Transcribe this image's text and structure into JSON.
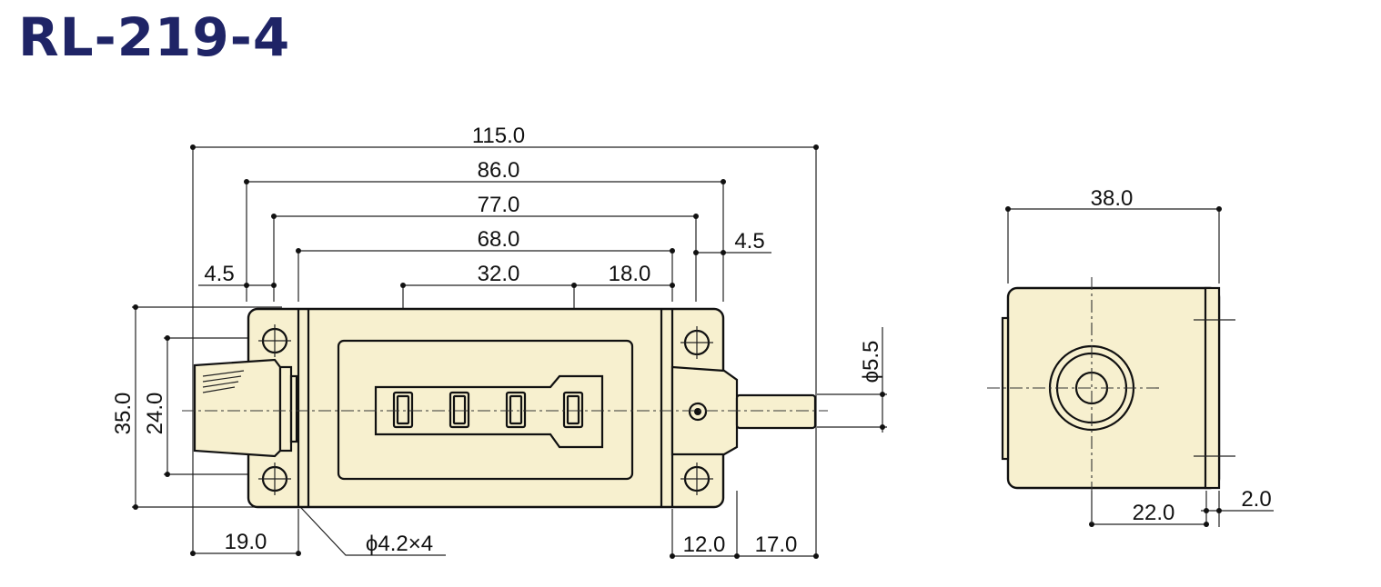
{
  "title": "RL-219-4",
  "front_view": {
    "dims": {
      "overall_length": "115.0",
      "d86": "86.0",
      "d77": "77.0",
      "d68": "68.0",
      "d32": "32.0",
      "d18": "18.0",
      "left_offset": "4.5",
      "right_offset": "4.5",
      "height": "35.0",
      "hole_pitch": "24.0",
      "left_margin": "19.0",
      "hole_callout": "ϕ4.2×4",
      "right_12": "12.0",
      "shaft_17": "17.0",
      "shaft_dia": "ϕ5.5"
    }
  },
  "side_view": {
    "dims": {
      "width": "38.0",
      "depth": "22.0",
      "flange": "2.0"
    }
  }
}
